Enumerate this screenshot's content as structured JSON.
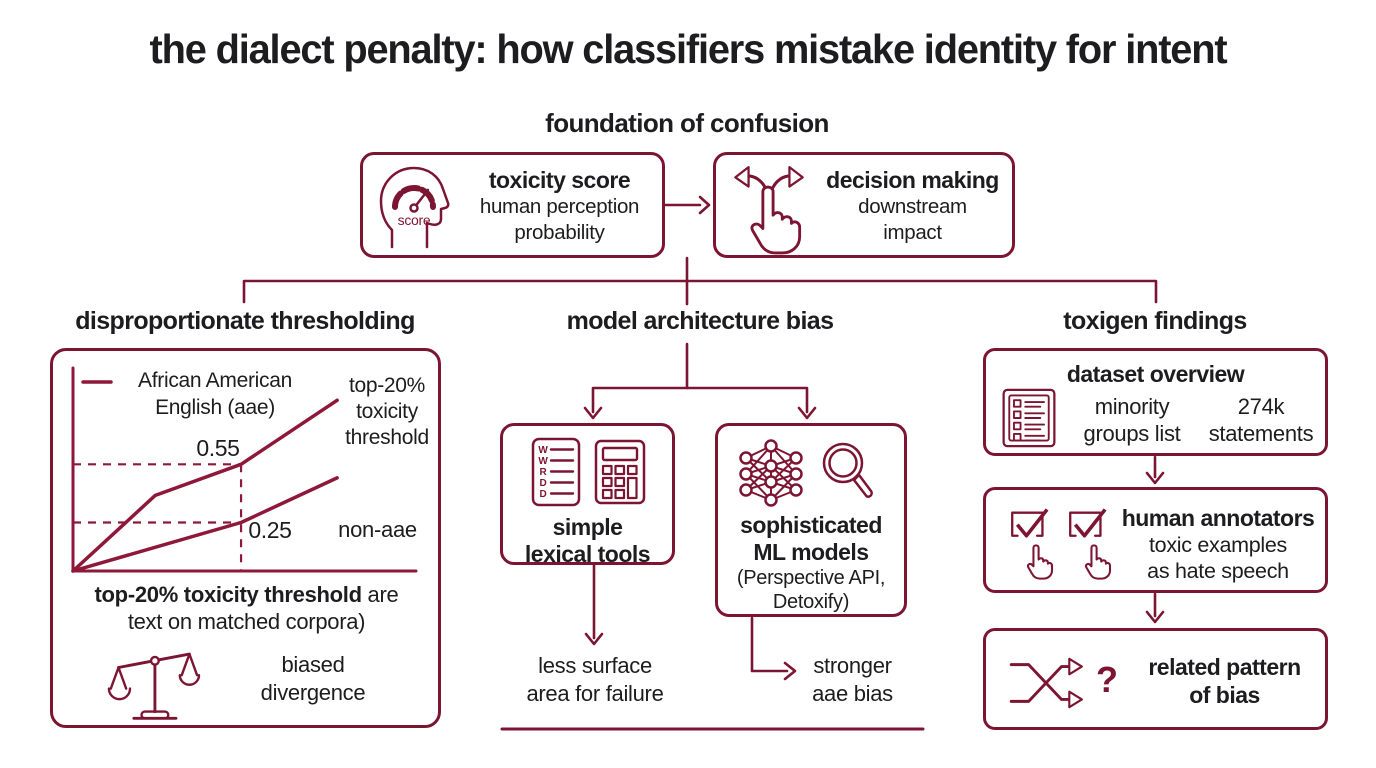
{
  "title": "the dialect penalty: how classifiers mistake identity for intent",
  "colors": {
    "accent": "#7c1532",
    "chart_line": "#8e1839",
    "text": "#1d1d1f",
    "background": "#ffffff"
  },
  "foundation": {
    "heading": "foundation of confusion",
    "toxicity_box": {
      "icon": "head-score-gauge-icon",
      "gauge_label": "score",
      "title": "toxicity score",
      "subtitle_line1": "human perception",
      "subtitle_line2": "probability"
    },
    "decision_box": {
      "icon": "hand-branching-arrows-icon",
      "title": "decision making",
      "subtitle_line1": "downstream",
      "subtitle_line2": "impact"
    }
  },
  "left_column": {
    "heading": "disproportionate thresholding",
    "legend_line1": "African American",
    "legend_line2": "English (aae)",
    "threshold_label_line1": "top-20%",
    "threshold_label_line2": "toxicity",
    "threshold_label_line3": "threshold",
    "aae_value": "0.55",
    "non_aae_value": "0.25",
    "non_aae_label": "non-aae",
    "caption_bold": "top-20% toxicity threshold",
    "caption_regular": " are",
    "caption_line2": "text on matched corpora)",
    "footer_icon": "unbalanced-scales-icon",
    "footer_line1": "biased",
    "footer_line2": "divergence"
  },
  "middle_column": {
    "heading": "model architecture bias",
    "simple_box": {
      "icons": [
        "word-list-icon",
        "calculator-icon"
      ],
      "letters": [
        "W",
        "W",
        "R",
        "D",
        "D"
      ],
      "title_line1": "simple",
      "title_line2": "lexical tools"
    },
    "sophisticated_box": {
      "icons": [
        "neural-network-icon",
        "magnifying-glass-icon"
      ],
      "title_line1": "sophisticated",
      "title_line2": "ML models",
      "subtitle_line1": "(Perspective API,",
      "subtitle_line2": "Detoxify)"
    },
    "outcome_simple_line1": "less surface",
    "outcome_simple_line2": "area for failure",
    "outcome_sophisticated_line1": "stronger",
    "outcome_sophisticated_line2": "aae bias"
  },
  "right_column": {
    "heading": "toxigen findings",
    "dataset_box": {
      "icon": "checklist-icon",
      "title": "dataset overview",
      "stat1_line1": "minority",
      "stat1_line2": "groups list",
      "stat2_line1": "274k",
      "stat2_line2": "statements"
    },
    "annotators_box": {
      "icons": [
        "checkbox-tap-icon",
        "checkbox-tap-icon"
      ],
      "title": "human annotators",
      "line1": "toxic examples",
      "line2": "as hate speech"
    },
    "pattern_box": {
      "icon": "crossing-arrows-icon",
      "question_mark": "?",
      "line1": "related pattern",
      "line2": "of bias"
    }
  },
  "chart_data": {
    "type": "line",
    "title": "disproportionate thresholding",
    "xlabel": "",
    "ylabel": "",
    "grid": false,
    "legend_position": "top-left",
    "axis_note": "unlabeled axes; values normalized 0-1",
    "series": [
      {
        "name": "African American English (aae)",
        "x": [
          0,
          0.24,
          0.49,
          0.77
        ],
        "y": [
          0,
          0.39,
          0.55,
          0.88
        ]
      },
      {
        "name": "non-aae",
        "x": [
          0,
          0.49,
          0.77
        ],
        "y": [
          0,
          0.25,
          0.48
        ]
      }
    ],
    "annotations": [
      {
        "label": "0.55",
        "series": "African American English (aae)",
        "x": 0.49,
        "y": 0.55
      },
      {
        "label": "0.25",
        "series": "non-aae",
        "x": 0.49,
        "y": 0.25
      },
      {
        "label": "top-20% toxicity threshold",
        "note": "dashed guides at shared threshold x"
      }
    ]
  }
}
